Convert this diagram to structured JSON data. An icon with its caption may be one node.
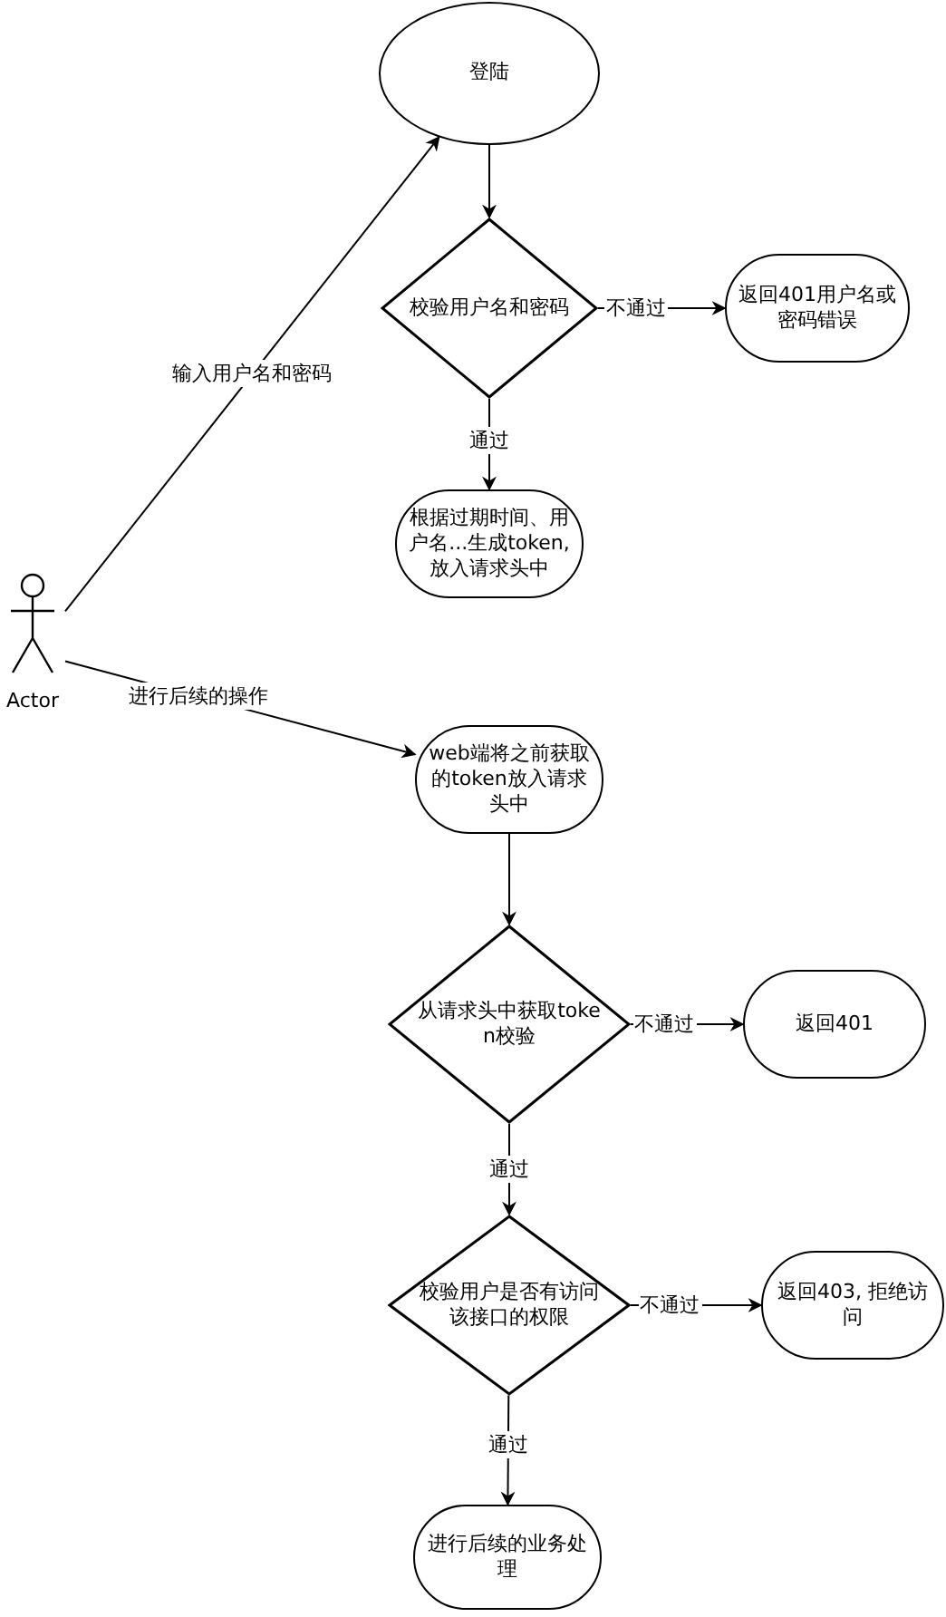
{
  "diagram": {
    "nodes": [
      {
        "text": [
          "Actor"
        ]
      },
      {
        "text": [
          "登陆"
        ]
      },
      {
        "text": [
          "校验用户名和密码"
        ]
      },
      {
        "text": [
          "返回401用户名或密码错误"
        ]
      },
      {
        "text": [
          "根据过期时间、用户名...生成token,放入请求头中"
        ]
      },
      {
        "text": [
          "web端将之前获取的token放入请求头中"
        ]
      },
      {
        "text": [
          "从请求头中获取token校验"
        ]
      },
      {
        "text": [
          "返回401"
        ]
      },
      {
        "text": [
          "校验用户是否有访问该接口的权限"
        ]
      },
      {
        "text": [
          "返回403, 拒绝访问"
        ]
      },
      {
        "text": [
          "进行后续的业务处理"
        ]
      }
    ],
    "edges": [
      {
        "from": 0,
        "to": 1,
        "arrow": "to",
        "label": "输入用户名和密码"
      },
      {
        "from": 1,
        "to": 2,
        "arrow": "to"
      },
      {
        "from": 2,
        "to": 3,
        "arrow": "to",
        "label": "不通过"
      },
      {
        "from": 2,
        "to": 4,
        "arrow": "to",
        "label": "通过"
      },
      {
        "from": 0,
        "to": 5,
        "arrow": "to",
        "label": "进行后续的操作"
      },
      {
        "from": 5,
        "to": 6,
        "arrow": "to"
      },
      {
        "from": 6,
        "to": 7,
        "arrow": "to",
        "label": "不通过"
      },
      {
        "from": 6,
        "to": 8,
        "arrow": "to",
        "label": "通过"
      },
      {
        "from": 8,
        "to": 9,
        "arrow": "to",
        "label": "不通过"
      },
      {
        "from": 8,
        "to": 10,
        "arrow": "to",
        "label": "通过"
      }
    ]
  }
}
